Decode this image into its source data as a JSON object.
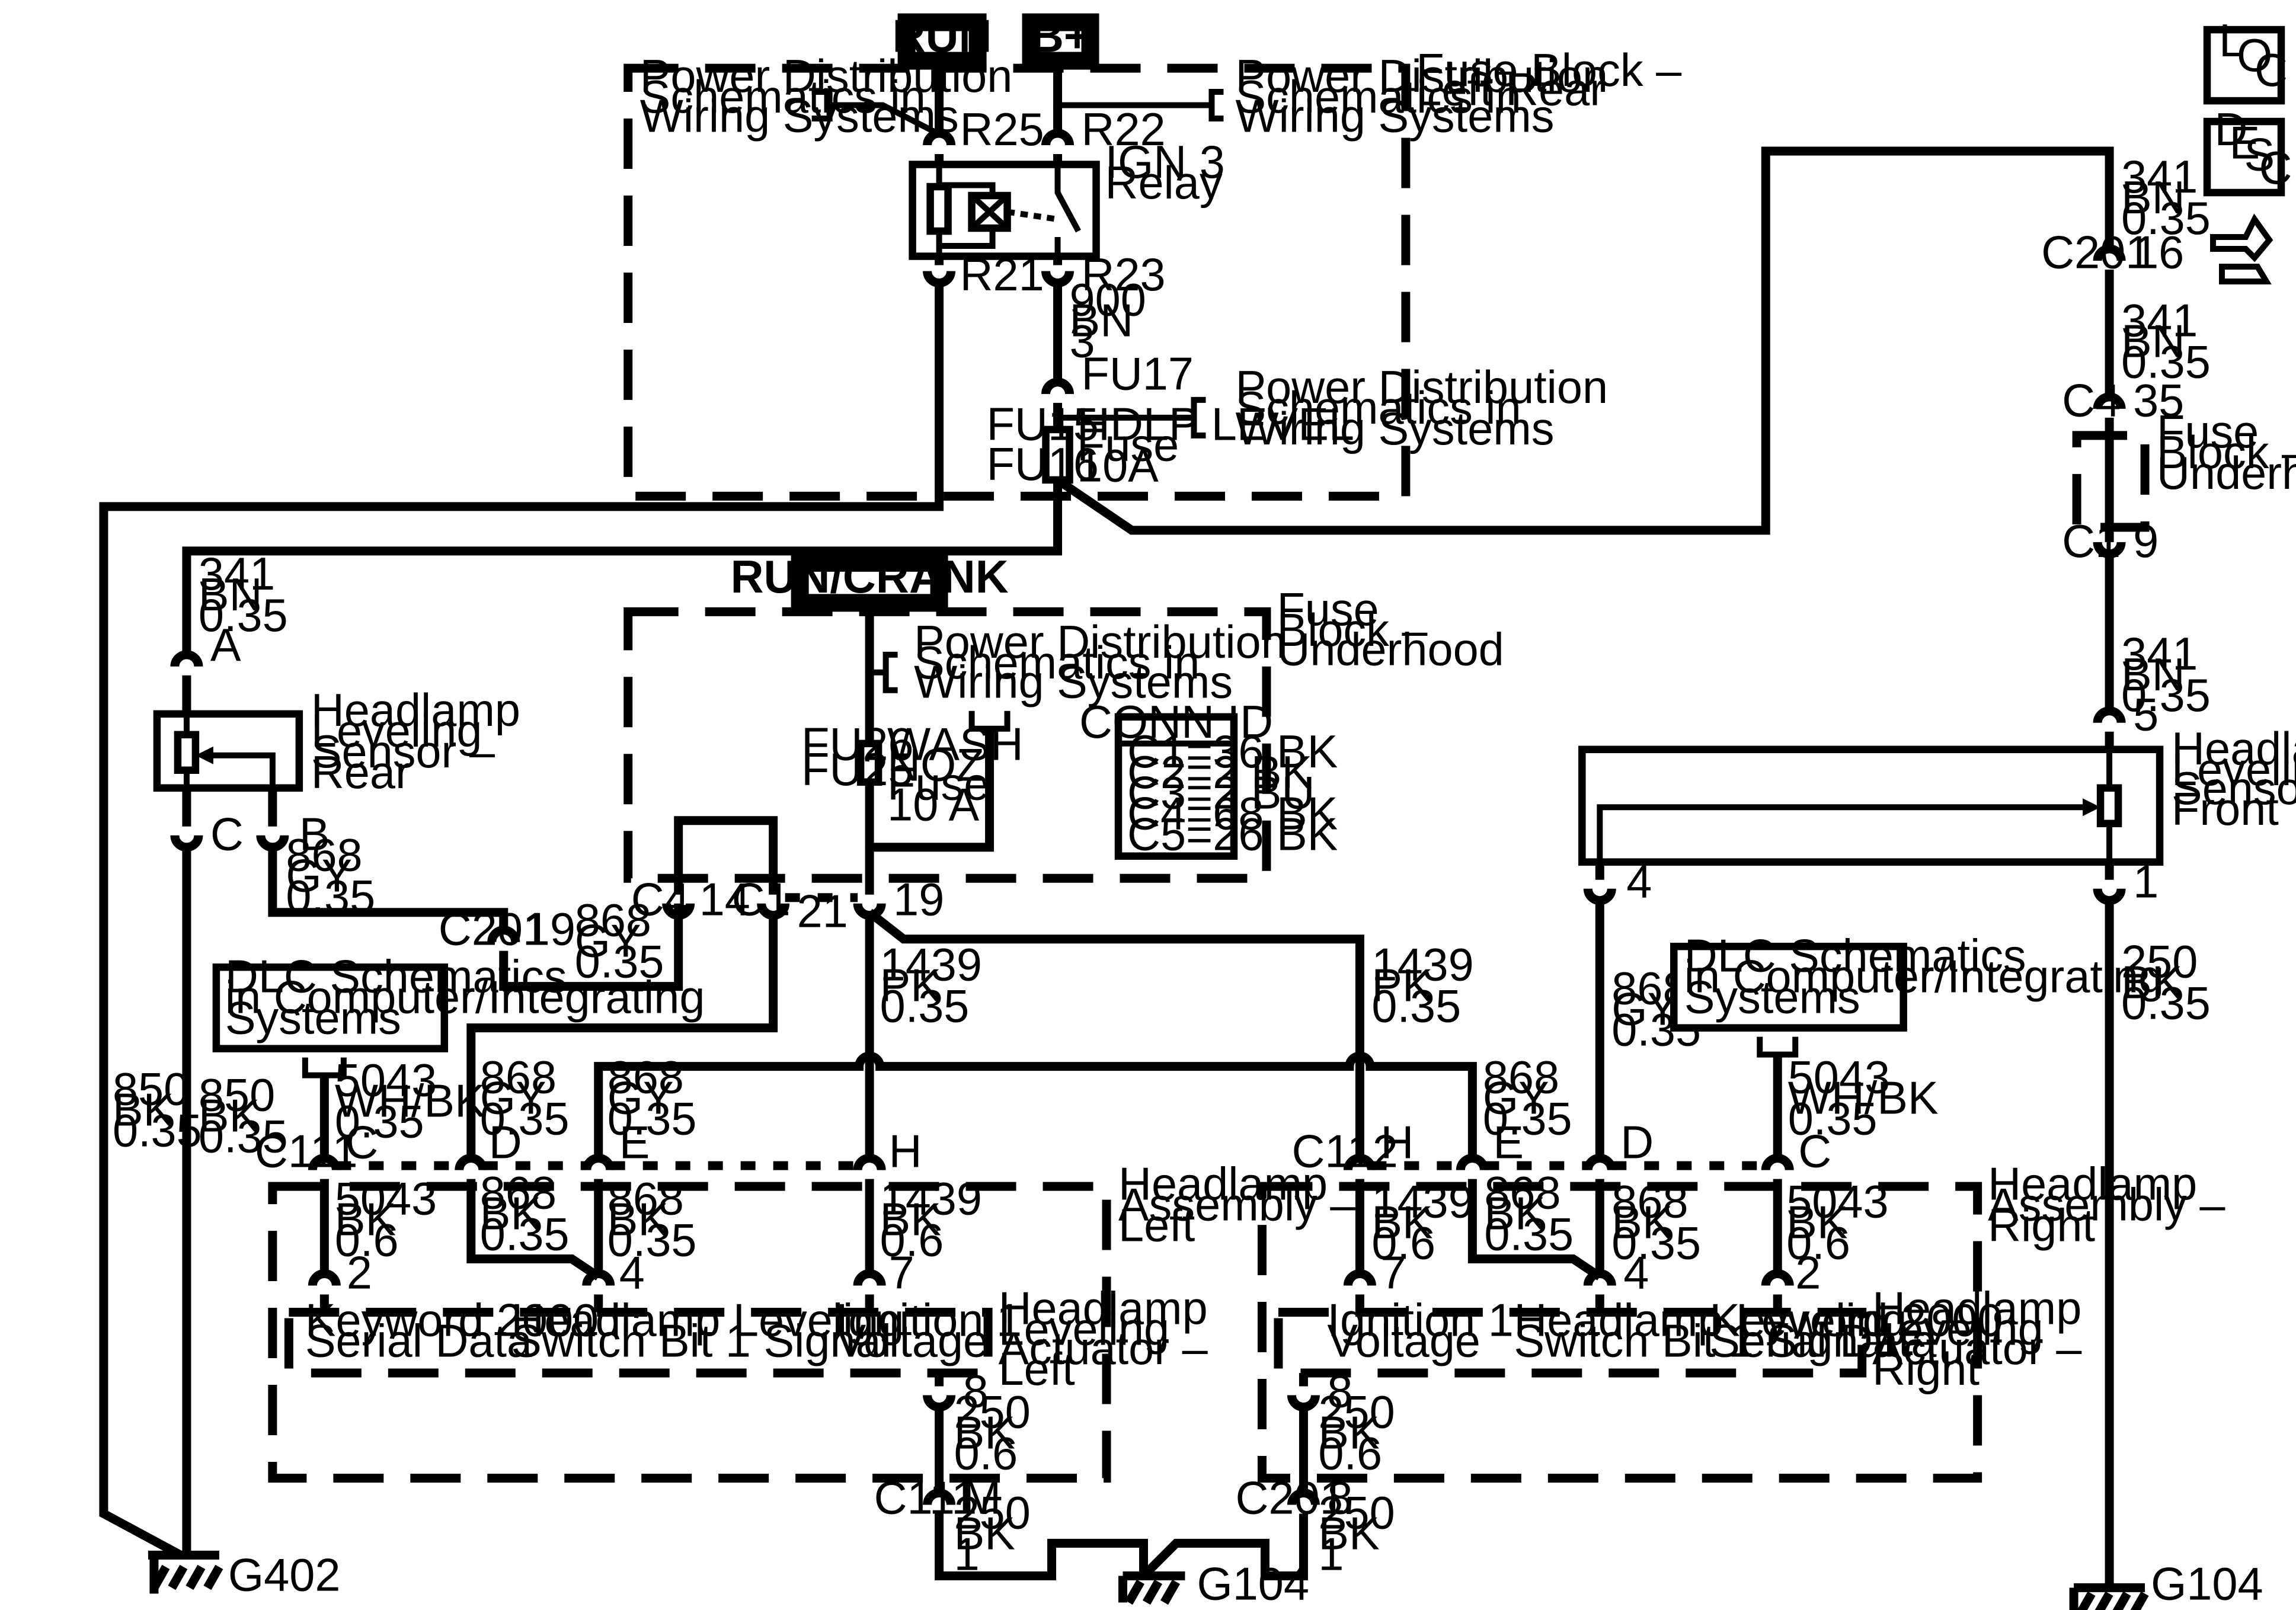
{
  "sources": {
    "run": "RUN",
    "bplus": "B+",
    "run_crank": "RUN/CRANK"
  },
  "side_icons": {
    "loc_letters": [
      "L",
      "O",
      "C"
    ],
    "desc_letters": [
      "D",
      "E",
      "S",
      "C"
    ],
    "nav_icon": "exploded-arrow-icon"
  },
  "fuse_block_left_rear": {
    "label": [
      "Fuse Block –",
      "Left Rear"
    ],
    "pd_ref_left": [
      "Power Distribution",
      "Schematics in",
      "Wiring Systems"
    ],
    "pd_ref_right": [
      "Power Distribution",
      "Schematics in",
      "Wiring Systems"
    ],
    "pd_ref_fuse": [
      "Power Distribution",
      "Schematics in",
      "Wiring Systems"
    ],
    "r25": "R25",
    "r22": "R22",
    "r21": "R21",
    "r23": "R23",
    "relay_label": [
      "IGN 3",
      "Relay"
    ],
    "wire_900": [
      "900",
      "BN",
      "3"
    ],
    "fu17": "FU17",
    "fu15": "FU15",
    "fu16": "FU16",
    "fuse_label": [
      "HDLP LEVEL",
      "Fuse",
      "10A"
    ]
  },
  "fuse_block_underhood": {
    "label": [
      "Fuse",
      "Block –",
      "Underhood"
    ],
    "pd_ref": [
      "Power Distribution",
      "Schematics in",
      "Wiring Systems"
    ],
    "fu26": "FU26",
    "fu25": "FU25",
    "fuse_label": [
      "WASH",
      "NOZ",
      "Fuse",
      "10 A"
    ],
    "conn_id_title": "CONN ID",
    "conn_id_rows": [
      "C1=36 BK",
      "C2=2 BK",
      "C3=2 BU",
      "C4=68 BK",
      "C5=26 BK"
    ],
    "c4": "C4",
    "pin14": "14",
    "c1": "C1",
    "pin21": "21",
    "pin19": "19"
  },
  "fuse_block_underhood_right": {
    "label": [
      "Fuse",
      "Block –",
      "Underhood"
    ],
    "c4": "C4",
    "pin35": "35",
    "c1": "C1",
    "pin9": "9"
  },
  "right_wire_341": {
    "top": [
      "341",
      "BN",
      "0.35"
    ],
    "c201": "C201",
    "pin16": "16",
    "mid": [
      "341",
      "BN",
      "0.35"
    ],
    "low": [
      "341",
      "BN",
      "0.35"
    ],
    "pin5": "5"
  },
  "left_wire_341": {
    "label": [
      "341",
      "BN",
      "0.35"
    ],
    "pinA": "A"
  },
  "sensor_rear": {
    "label": [
      "Headlamp",
      "Leveling",
      "Sensor –",
      "Rear"
    ],
    "pinC": "C",
    "pinB": "B",
    "wire_868": [
      "868",
      "GY",
      "0.35"
    ]
  },
  "sensor_front": {
    "label": [
      "Headlamp",
      "Leveling",
      "Sensor –",
      "Front"
    ],
    "pin4": "4",
    "pin1": "1"
  },
  "c201_left": {
    "name": "C201",
    "pin": "19",
    "wire": [
      "868",
      "GY",
      "0.35"
    ]
  },
  "wire_850_a": [
    "850",
    "BK",
    "0.35"
  ],
  "wire_850_b": [
    "850",
    "BK",
    "0.35"
  ],
  "wire_1439_left": [
    "1439",
    "PK",
    "0.35"
  ],
  "wire_1439_right": [
    "1439",
    "PK",
    "0.35"
  ],
  "wire_868_front": [
    "868",
    "GY",
    "0.35"
  ],
  "wire_250_front": [
    "250",
    "BK",
    "0.35"
  ],
  "dlc_left": {
    "text": [
      "DLC Schematics",
      "in Computer/Integrating",
      "Systems"
    ],
    "wire": [
      "5043",
      "WH/BK",
      "0.35"
    ]
  },
  "dlc_right": {
    "text": [
      "DLC Schematics",
      "in Computer/Integrating",
      "Systems"
    ],
    "wire": [
      "5043",
      "WH/BK",
      "0.35"
    ]
  },
  "c111_left": {
    "name": "C111",
    "pins": [
      "C",
      "D",
      "E",
      "H"
    ],
    "d_wire": [
      "868",
      "GY",
      "0.35"
    ],
    "e_wire": [
      "868",
      "GY",
      "0.35"
    ]
  },
  "c112_right": {
    "name": "C112",
    "pins": [
      "H",
      "E",
      "D",
      "C"
    ],
    "e_wire": [
      "868",
      "GY",
      "0.35"
    ]
  },
  "assembly_left": {
    "label": [
      "Headlamp",
      "Assembly –",
      "Left"
    ],
    "w1": [
      "5043",
      "BK",
      "0.6"
    ],
    "w2": [
      "868",
      "BK",
      "0.35"
    ],
    "w3": [
      "868",
      "BK",
      "0.35"
    ],
    "w4": [
      "1439",
      "BK",
      "0.6"
    ],
    "pins": [
      "2",
      "4",
      "7"
    ],
    "act_label": [
      "Headlamp",
      "Leveling",
      "Actuator –",
      "Left"
    ],
    "f1": [
      "Keyword 2000",
      "Serial Data"
    ],
    "f2": [
      "Headlamp Leveling",
      "Switch Bit 1 Signal"
    ],
    "f3": [
      "Ignition 1",
      "Voltage"
    ],
    "pin8": "8",
    "w_gnd": [
      "250",
      "BK",
      "0.6"
    ]
  },
  "assembly_right": {
    "label": [
      "Headlamp",
      "Assembly –",
      "Right"
    ],
    "w1": [
      "1439",
      "BK",
      "0.6"
    ],
    "w2": [
      "868",
      "BK",
      "0.35"
    ],
    "w3": [
      "868",
      "BK",
      "0.35"
    ],
    "w4": [
      "5043",
      "BK",
      "0.6"
    ],
    "pins": [
      "7",
      "4",
      "2"
    ],
    "act_label": [
      "Headlamp",
      "Leveling",
      "Actuator –",
      "Right"
    ],
    "f1": [
      "Ignition 1",
      "Voltage"
    ],
    "f2": [
      "Headlamp Leveling",
      "Switch Bit 1 Signal"
    ],
    "f3": [
      "Keyword 2000",
      "Serial Data"
    ],
    "pin8": "8",
    "w_gnd": [
      "250",
      "BK",
      "0.6"
    ]
  },
  "bottom": {
    "c111": "C111",
    "pinM": "M",
    "w_left": [
      "250",
      "BK",
      "1"
    ],
    "c201": "C201",
    "pin8": "8",
    "w_right": [
      "250",
      "BK",
      "1"
    ]
  },
  "grounds": {
    "g402": "G402",
    "g104_mid": "G104",
    "g104_right": "G104"
  }
}
